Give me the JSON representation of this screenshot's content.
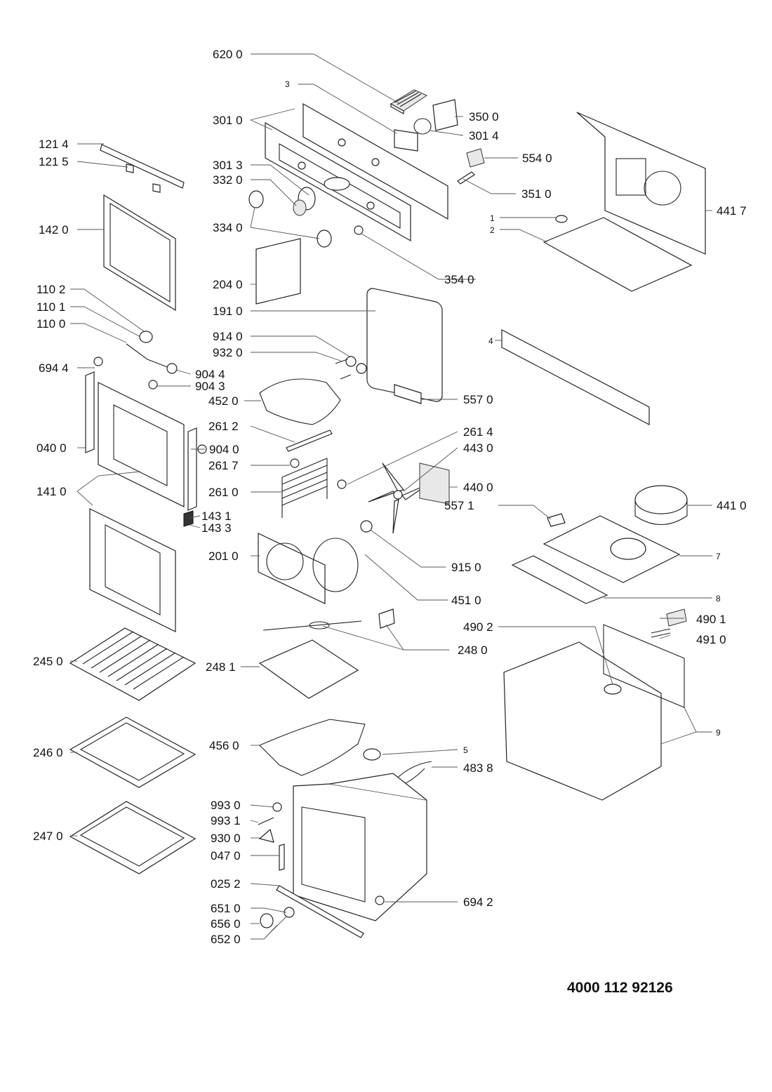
{
  "document_code": "4000 112 92126",
  "callouts": {
    "c620_0": "620 0",
    "c3": "3",
    "c301_0": "301 0",
    "c350_0": "350 0",
    "c301_4": "301 4",
    "c121_4": "121 4",
    "c121_5": "121 5",
    "c554_0": "554 0",
    "c301_3": "301 3",
    "c332_0": "332 0",
    "c351_0": "351 0",
    "c441_7": "441 7",
    "c1": "1",
    "c2": "2",
    "c142_0": "142 0",
    "c334_0": "334 0",
    "c354_0": "354 0",
    "c204_0": "204 0",
    "c110_2": "110 2",
    "c191_0": "191 0",
    "c110_1": "110 1",
    "c110_0": "110 0",
    "c914_0": "914 0",
    "c4": "4",
    "c932_0": "932 0",
    "c694_4": "694 4",
    "c904_4": "904 4",
    "c904_3": "904 3",
    "c452_0": "452 0",
    "c557_0": "557 0",
    "c261_2": "261 2",
    "c261_4": "261 4",
    "c040_0": "040 0",
    "c904_0": "904 0",
    "c443_0": "443 0",
    "c261_7": "261 7",
    "c440_0": "440 0",
    "c141_0": "141 0",
    "c261_0": "261 0",
    "c557_1": "557 1",
    "c441_0": "441 0",
    "c143_1": "143 1",
    "c143_3": "143 3",
    "c201_0": "201 0",
    "c7": "7",
    "c915_0": "915 0",
    "c451_0": "451 0",
    "c8": "8",
    "c490_1": "490 1",
    "c490_2": "490 2",
    "c491_0": "491 0",
    "c245_0": "245 0",
    "c248_1": "248 1",
    "c248_0": "248 0",
    "c9": "9",
    "c456_0": "456 0",
    "c5": "5",
    "c246_0": "246 0",
    "c483_8": "483 8",
    "c993_0": "993 0",
    "c993_1": "993 1",
    "c247_0": "247 0",
    "c930_0": "930 0",
    "c047_0": "047 0",
    "c025_2": "025 2",
    "c694_2": "694 2",
    "c651_0": "651 0",
    "c656_0": "656 0",
    "c652_0": "652 0"
  }
}
